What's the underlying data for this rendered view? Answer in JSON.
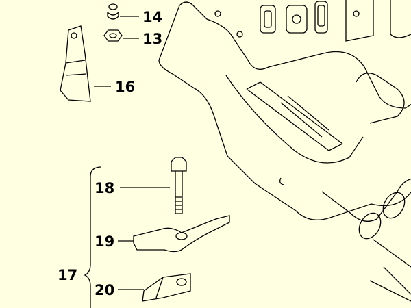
{
  "diagram": {
    "background": "#ffffe1",
    "callouts": [
      {
        "id": "14",
        "label": "14"
      },
      {
        "id": "13",
        "label": "13"
      },
      {
        "id": "16",
        "label": "16"
      },
      {
        "id": "18",
        "label": "18"
      },
      {
        "id": "19",
        "label": "19"
      },
      {
        "id": "17",
        "label": "17"
      },
      {
        "id": "20",
        "label": "20"
      }
    ]
  }
}
